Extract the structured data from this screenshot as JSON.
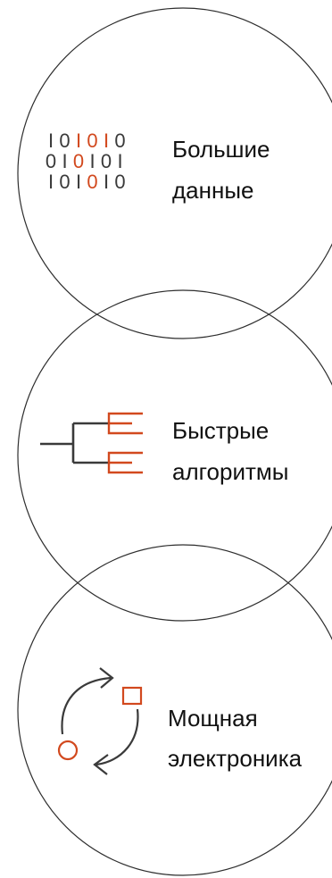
{
  "colors": {
    "accent": "#D2491E",
    "ink": "#3A3A3A",
    "circle_stroke": "#2E2E2E",
    "text": "#111111"
  },
  "items": [
    {
      "icon": "binary-data-icon",
      "label_line1": "Большие",
      "label_line2": "данные"
    },
    {
      "icon": "tree-branch-icon",
      "label_line1": "Быстрые",
      "label_line2": "алгоритмы"
    },
    {
      "icon": "cycle-arrows-icon",
      "label_line1": "Мощная",
      "label_line2": "электроника"
    }
  ],
  "binary_rows": [
    [
      {
        "t": "I",
        "a": false
      },
      {
        "t": "0",
        "a": false
      },
      {
        "t": "I",
        "a": true
      },
      {
        "t": "0",
        "a": true
      },
      {
        "t": "I",
        "a": true
      },
      {
        "t": "0",
        "a": false
      }
    ],
    [
      {
        "t": "0",
        "a": false
      },
      {
        "t": "I",
        "a": false
      },
      {
        "t": "0",
        "a": true
      },
      {
        "t": "I",
        "a": false
      },
      {
        "t": "0",
        "a": false
      },
      {
        "t": "I",
        "a": false
      }
    ],
    [
      {
        "t": "I",
        "a": false
      },
      {
        "t": "0",
        "a": false
      },
      {
        "t": "I",
        "a": false
      },
      {
        "t": "0",
        "a": true
      },
      {
        "t": "I",
        "a": false
      },
      {
        "t": "0",
        "a": false
      }
    ]
  ]
}
